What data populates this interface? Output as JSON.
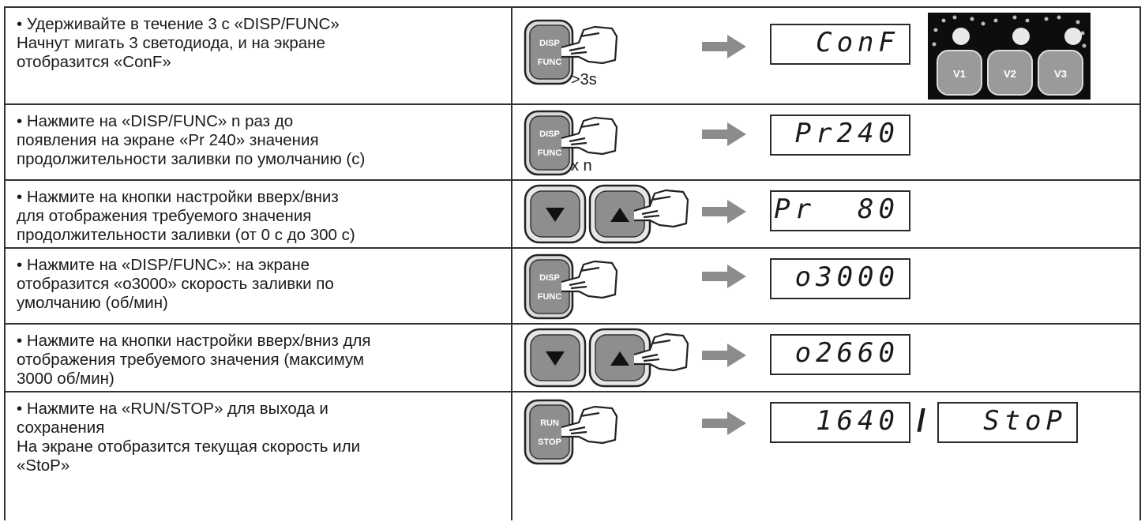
{
  "rows": [
    {
      "text": [
        "• Удерживайте в течение 3 с «DISP/FUNC»",
        "Начнут мигать 3 светодиода, и на экране",
        "отобразится «ConF»"
      ],
      "button": "disp-func",
      "button_labels": [
        "DISP",
        "FUNC"
      ],
      "caption": ">3s",
      "display": "ConF",
      "leds": [
        "V1",
        "V2",
        "V3"
      ]
    },
    {
      "text": [
        "• Нажмите на «DISP/FUNC» n раз до",
        "появления на экране «Pr 240» значения",
        "продолжительности заливки по умолчанию (с)"
      ],
      "button": "disp-func",
      "button_labels": [
        "DISP",
        "FUNC"
      ],
      "caption": "x n",
      "display": "Pr240"
    },
    {
      "text": [
        "• Нажмите на кнопки настройки вверх/вниз",
        "для отображения требуемого значения",
        "продолжительности заливки (от 0 с до 300 с)"
      ],
      "button": "up-down",
      "display": "Pr  80"
    },
    {
      "text": [
        "• Нажмите на «DISP/FUNC»: на экране",
        "отобразится «o3000» скорость заливки по",
        "умолчанию (об/мин)"
      ],
      "button": "disp-func",
      "button_labels": [
        "DISP",
        "FUNC"
      ],
      "display": "o3000"
    },
    {
      "text": [
        "• Нажмите на кнопки настройки вверх/вниз для",
        "отображения требуемого значения (максимум",
        "3000 об/мин)"
      ],
      "button": "up-down",
      "display": "o2660"
    },
    {
      "text": [
        "• Нажмите на «RUN/STOP» для выхода и",
        "сохранения",
        "На экране отобразится текущая скорость или",
        "«StoP»"
      ],
      "button": "run-stop",
      "button_labels": [
        "RUN",
        "STOP"
      ],
      "display": "1640",
      "separator": "/",
      "display2": "StoP"
    }
  ],
  "colors": {
    "border": "#333333",
    "arrow": "#8c8c8c",
    "button_gray": "#9a9a9a",
    "led_panel": "#0d0d0d"
  }
}
